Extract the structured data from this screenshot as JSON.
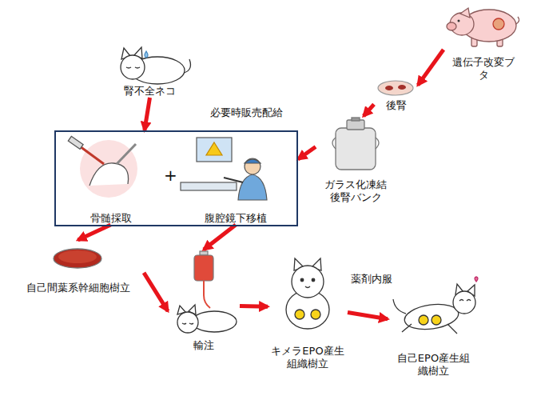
{
  "diagram": {
    "nodes": [
      {
        "text": [
          "腎不全ネコ"
        ]
      },
      {
        "text": [
          "遺伝子改変ブタ"
        ]
      },
      {
        "text": [
          "後腎"
        ]
      },
      {
        "text": [
          "ガラス化凍結 後腎バンク"
        ]
      },
      {
        "text": [
          "+"
        ]
      },
      {
        "text": [
          "骨髄採取"
        ],
        "in": 4
      },
      {
        "text": [
          "腹腔鏡下移植"
        ],
        "in": 4
      },
      {
        "text": [
          "自己間葉系幹細胞樹立"
        ]
      },
      {
        "text": [
          "輸注"
        ]
      },
      {
        "text": [
          "キメラEPO産生組織樹立"
        ]
      },
      {
        "text": [
          "自己EPO産生組織樹立"
        ]
      }
    ],
    "edges": [
      {
        "from": 0,
        "to": 4,
        "arrow": "to"
      },
      {
        "from": 1,
        "to": 2,
        "arrow": "to"
      },
      {
        "from": 2,
        "to": 3,
        "arrow": "to"
      },
      {
        "from": 3,
        "to": 4,
        "label": "必要時販売配給",
        "arrow": "to"
      },
      {
        "from": 5,
        "to": 7,
        "arrow": "to"
      },
      {
        "from": 6,
        "to": 8,
        "arrow": "to"
      },
      {
        "from": 7,
        "to": 8,
        "arrow": "to"
      },
      {
        "from": 8,
        "to": 9,
        "arrow": "to"
      },
      {
        "from": 9,
        "to": 10,
        "label": "薬剤内服",
        "arrow": "to"
      }
    ]
  }
}
